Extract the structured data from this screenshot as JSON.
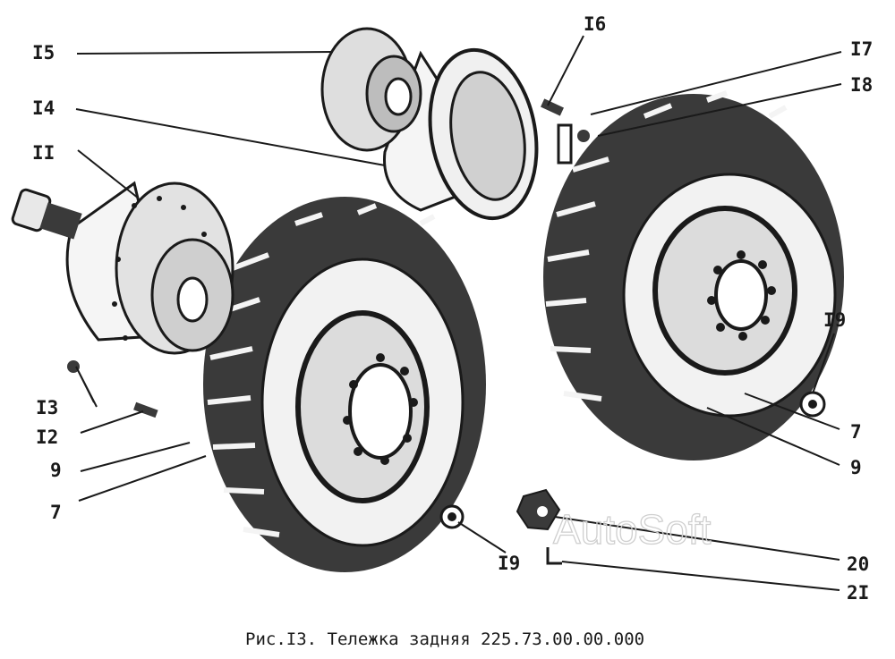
{
  "colors": {
    "ink": "#1a1a1a",
    "paper": "#ffffff",
    "watermark": "#cfcfcf"
  },
  "callouts": {
    "c15": "I5",
    "c14": "I4",
    "c11": "II",
    "c13": "I3",
    "c12": "I2",
    "c9_left": "9",
    "c7_left": "7",
    "c16": "I6",
    "c17": "I7",
    "c18": "I8",
    "c19_right": "I9",
    "c7_right": "7",
    "c9_right": "9",
    "c19_bottom": "I9",
    "c20": "20",
    "c21": "2I"
  },
  "watermark": "AutoSoft",
  "caption": "Рис.I3. Тележка задняя  225.73.00.00.000"
}
